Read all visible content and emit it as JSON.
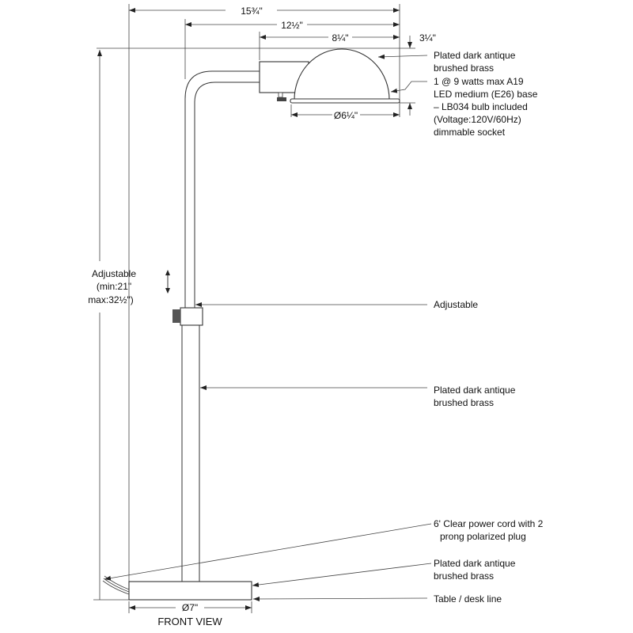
{
  "dimensions": {
    "overall_width": "15¾\"",
    "arm_reach": "12½\"",
    "head_width": "8¼\"",
    "head_height": "3¼\"",
    "shade_diameter": "Ø6¼\"",
    "base_diameter": "Ø7\""
  },
  "height_note": {
    "line1": "Adjustable",
    "line2": "(min:21\"",
    "line3": "max:32½\")"
  },
  "callouts": {
    "shade_finish": [
      "Plated dark antique",
      "brushed brass"
    ],
    "bulb": [
      "1 @ 9 watts max A19",
      "LED medium (E26) base",
      "– LB034 bulb included",
      "(Voltage:120V/60Hz)",
      "dimmable socket"
    ],
    "adjustable": "Adjustable",
    "stem_finish": [
      "Plated dark antique",
      "brushed brass"
    ],
    "cord": [
      "6' Clear power cord with 2",
      "prong polarized plug"
    ],
    "base_finish": [
      "Plated dark antique",
      "brushed brass"
    ],
    "table_line": "Table / desk line"
  },
  "view_title": "FRONT VIEW"
}
